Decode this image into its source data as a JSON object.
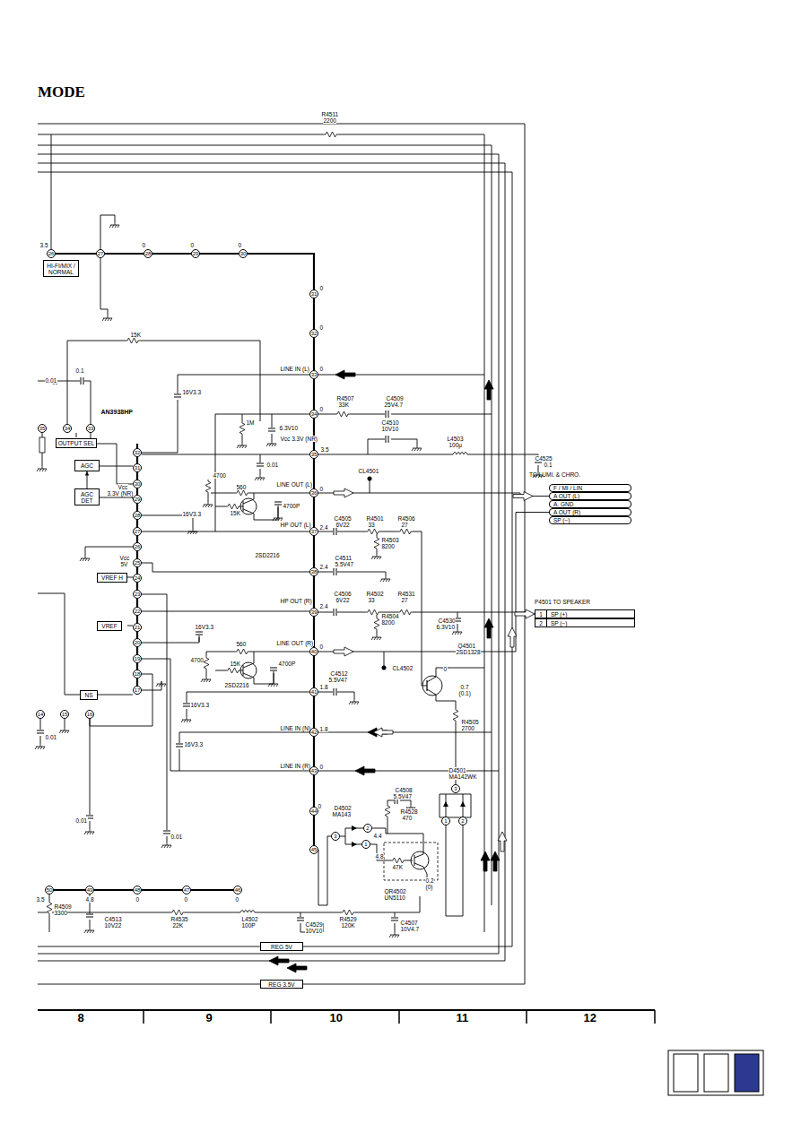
{
  "diagram": {
    "title": "MODE",
    "nodes": [
      {
        "text": [
          "HI-FI/MIX / NORMAL"
        ]
      },
      {
        "text": [
          "OUTPUT SEL"
        ]
      },
      {
        "text": [
          "AGC"
        ]
      },
      {
        "text": [
          "AGC DET"
        ]
      },
      {
        "text": [
          "VREF H"
        ]
      },
      {
        "text": [
          "VREF"
        ]
      },
      {
        "text": [
          "NS"
        ]
      },
      {
        "text": [
          "TO LUMI. & CHRO."
        ]
      },
      {
        "text": [
          "F / MI / LIN"
        ],
        "in": 7
      },
      {
        "text": [
          "A OUT (L)"
        ],
        "in": 7
      },
      {
        "text": [
          "A. GND"
        ],
        "in": 7
      },
      {
        "text": [
          "A OUT (R)"
        ],
        "in": 7
      },
      {
        "text": [
          "SP (−)"
        ],
        "in": 7
      },
      {
        "text": [
          "P4501 TO SPEAKER"
        ]
      },
      {
        "text": [
          "1",
          "SP (+)"
        ],
        "in": 13
      },
      {
        "text": [
          "2",
          "SP (−)"
        ],
        "in": 13
      },
      {
        "text": [
          "REG 5V"
        ]
      },
      {
        "text": [
          "REG 3.5V"
        ]
      }
    ],
    "edges": [
      {
        "from": 3,
        "to": 2,
        "arrow": "to"
      }
    ],
    "labels": [
      "R4511",
      "2200",
      "3.5",
      "0",
      "0",
      "0",
      "0",
      "0",
      "15K",
      "0.01",
      "0.1",
      "AN3938HP",
      "16V3.3",
      "LINE IN (L)",
      "0",
      "1M",
      "6.3V10",
      "0",
      "R4507",
      "33K",
      "C4509",
      "25V4.7",
      "Vcc 3.3V (NR)",
      "3.5",
      "C4510",
      "10V10",
      "L4503",
      "100μ",
      "C4525",
      "0.1",
      "0.01",
      "4700",
      "560",
      "LINE OUT (L)",
      "0",
      "CL4501",
      "15K",
      "4700P",
      "2SD2216",
      "16V3.3",
      "Vcc",
      "3.3V (NR)",
      "C4505",
      "6V22",
      "R4501",
      "33",
      "R4506",
      "27",
      "R4503",
      "8200",
      "HP OUT (L)",
      "2.4",
      "C4511",
      "5.5V47",
      "2.4",
      "Vcc",
      "5V",
      "HP OUT (R)",
      "2.4",
      "C4506",
      "6V22",
      "R4502",
      "33",
      "R4531",
      "27",
      "R4504",
      "8200",
      "C4530",
      "6.3V10",
      "16V3.3",
      "4700",
      "560",
      "LINE OUT (R)",
      "0",
      "15K",
      "4700P",
      "2SD2216",
      "CL4502",
      "Q4501",
      "2SD1328",
      "0",
      "0.7",
      "(0.1)",
      "C4512",
      "5.5V47",
      "1.8",
      "R4505",
      "2700",
      "16V3.3",
      "0.01",
      "LINE IN (N)",
      "1.8",
      "16V3.3",
      "LINE IN (R)",
      "0",
      "D4501",
      "MA142WK",
      "C4508",
      "5.5V47",
      "R4528",
      "470",
      "D4502",
      "MA143",
      "4.4",
      "0",
      "0.01",
      "0.01",
      "4.8",
      "47K",
      "QR4502",
      "UN5110",
      "0.2",
      "(0)",
      "3.5",
      "4.8",
      "0",
      "0",
      "0",
      "R4509",
      "3300",
      "C4513",
      "10V22",
      "R4535",
      "22K",
      "L4502",
      "100P",
      "C4529",
      "10V10",
      "R4529",
      "120K",
      "C4507",
      "10V4.7",
      "8",
      "9",
      "10",
      "11",
      "12",
      "26",
      "27",
      "28",
      "29",
      "30",
      "31",
      "32",
      "33",
      "34",
      "35",
      "36",
      "37",
      "38",
      "39",
      "40",
      "41",
      "42",
      "43",
      "44",
      "45",
      "35",
      "34",
      "33",
      "32",
      "31",
      "30",
      "29",
      "28",
      "27",
      "26",
      "25",
      "24",
      "23",
      "22",
      "21",
      "20",
      "19",
      "18",
      "17",
      "14",
      "15",
      "16",
      "50",
      "49",
      "48",
      "47",
      "46",
      "3",
      "1",
      "2",
      "2",
      "3",
      "1"
    ]
  }
}
